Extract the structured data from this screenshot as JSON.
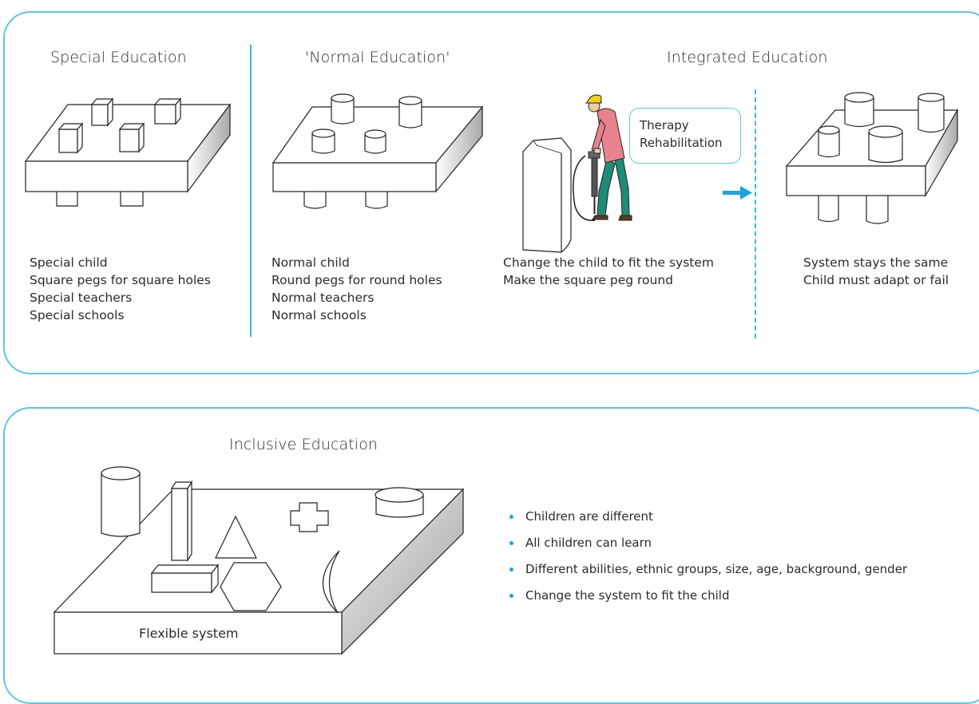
{
  "special": {
    "title": "Special Education",
    "lines": [
      "Special child",
      "Square pegs for square holes",
      "Special teachers",
      "Special schools"
    ]
  },
  "normal": {
    "title": "'Normal Education'",
    "lines": [
      "Normal child",
      "Round pegs for round holes",
      "Normal teachers",
      "Normal schools"
    ]
  },
  "integrated": {
    "title": "Integrated Education",
    "therapy_lines": [
      "Therapy",
      "Rehabilitation"
    ],
    "change_lines": [
      "Change the child to fit the system",
      "Make the square peg round"
    ],
    "system_lines": [
      "System stays the same",
      "Child must adapt or fail"
    ]
  },
  "inclusive": {
    "title": "Inclusive Education",
    "board_label": "Flexible system",
    "bullets": [
      "Children are different",
      "All children can learn",
      "Different abilities, ethnic groups, size, age, background, gender",
      "Change the system to fit the child"
    ]
  },
  "colors": {
    "accent": "#5cc6ea",
    "arrow": "#1ba5dc",
    "worker_shirt": "#e8828c",
    "worker_pants": "#1e8c76",
    "helmet": "#f2d21a"
  }
}
